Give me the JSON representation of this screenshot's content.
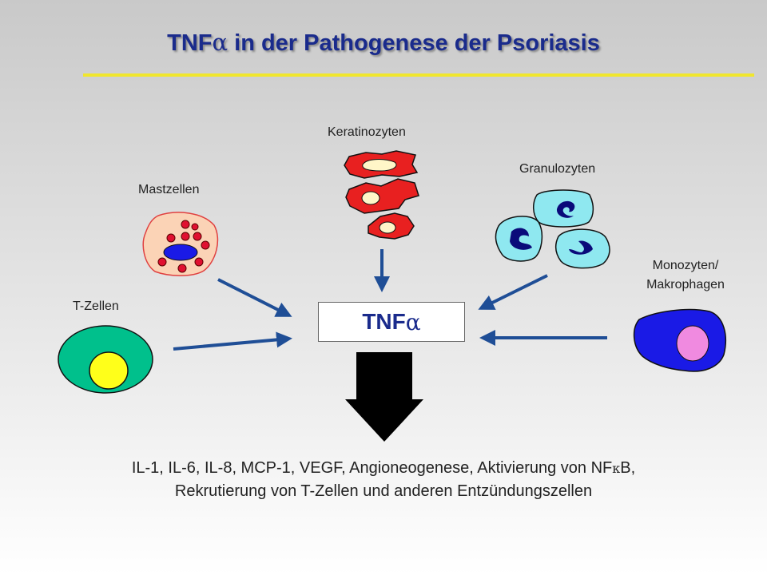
{
  "slide": {
    "title_prefix": "TNF",
    "title_greek": "α",
    "title_suffix": " in der Pathogenese der Psoriasis",
    "labels": {
      "keratinocytes": "Keratinozyten",
      "granulocytes": "Granulozyten",
      "mast_cells": "Mastzellen",
      "monocytes_line1": "Monozyten/",
      "monocytes_line2": "Makrophagen",
      "t_cells": "T-Zellen"
    },
    "center": {
      "prefix": "TNF",
      "greek": "α"
    },
    "effects": {
      "line1_prefix": "IL-1, IL-6, IL-8, MCP-1, VEGF, Angioneogenese, Aktivierung von NF",
      "line1_greek": "κ",
      "line1_suffix": "B,",
      "line2": "Rekrutierung von T-Zellen und anderen Entzündungszellen"
    }
  },
  "colors": {
    "title": "#1a2b8c",
    "title_rule": "#f0e62d",
    "arrow": "#1f4e96",
    "keratinocyte": "#e82020",
    "granulocyte": "#8fe8f0",
    "mast_cell": "#fbd3b6",
    "t_cell": "#00c08c",
    "monocyte": "#1a1ae6"
  }
}
